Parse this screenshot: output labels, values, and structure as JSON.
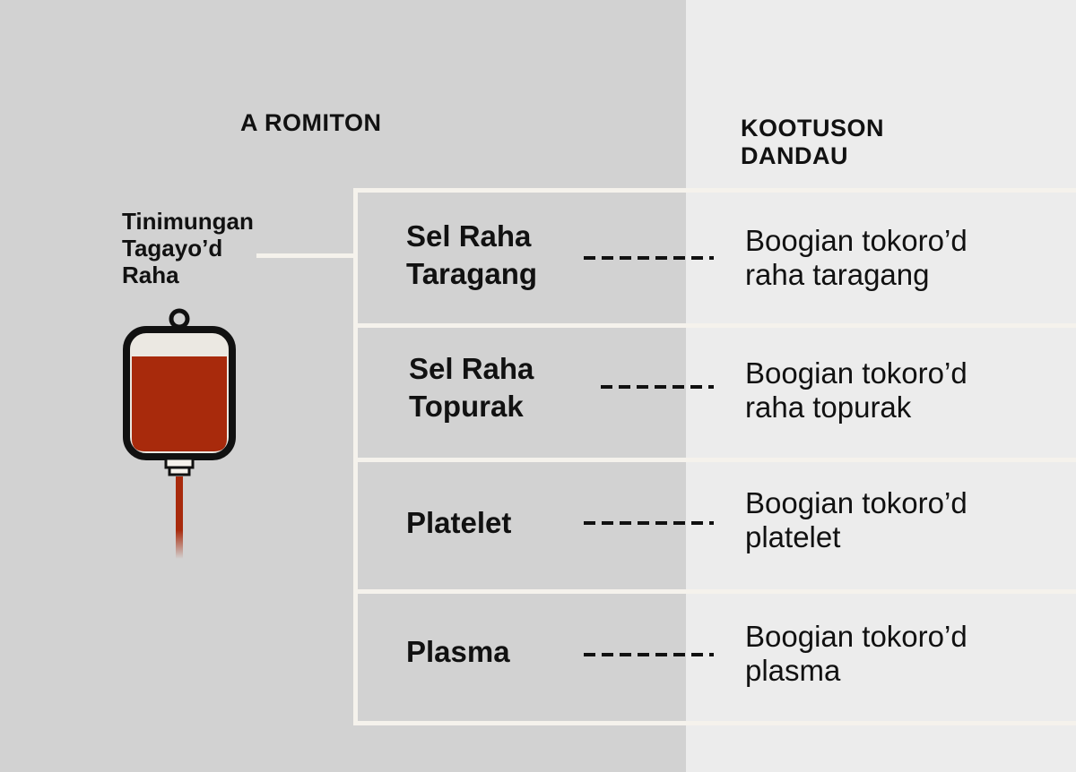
{
  "headings": {
    "source": "A ROMITON",
    "product": "KOOTUSON\nDANDAU"
  },
  "source_label": "Tinimungan\nTagayo’d\nRaha",
  "rows": [
    {
      "component": "Sel Raha\nTaragang",
      "product": "Boogian tokoro’d\nraha taragang"
    },
    {
      "component": "Sel Raha\nTopurak",
      "product": "Boogian tokoro’d\nraha topurak"
    },
    {
      "component": "Platelet",
      "product": "Boogian tokoro’d\nplatelet"
    },
    {
      "component": "Plasma",
      "product": "Boogian tokoro’d\nplasma"
    }
  ],
  "colors": {
    "left_panel": "#d2d2d2",
    "right_panel": "#ececec",
    "lines": "#f5f2ec",
    "blood": "#a82a0c",
    "bag_outline": "#111111"
  },
  "icons": {
    "bag": "blood-bag-icon"
  }
}
